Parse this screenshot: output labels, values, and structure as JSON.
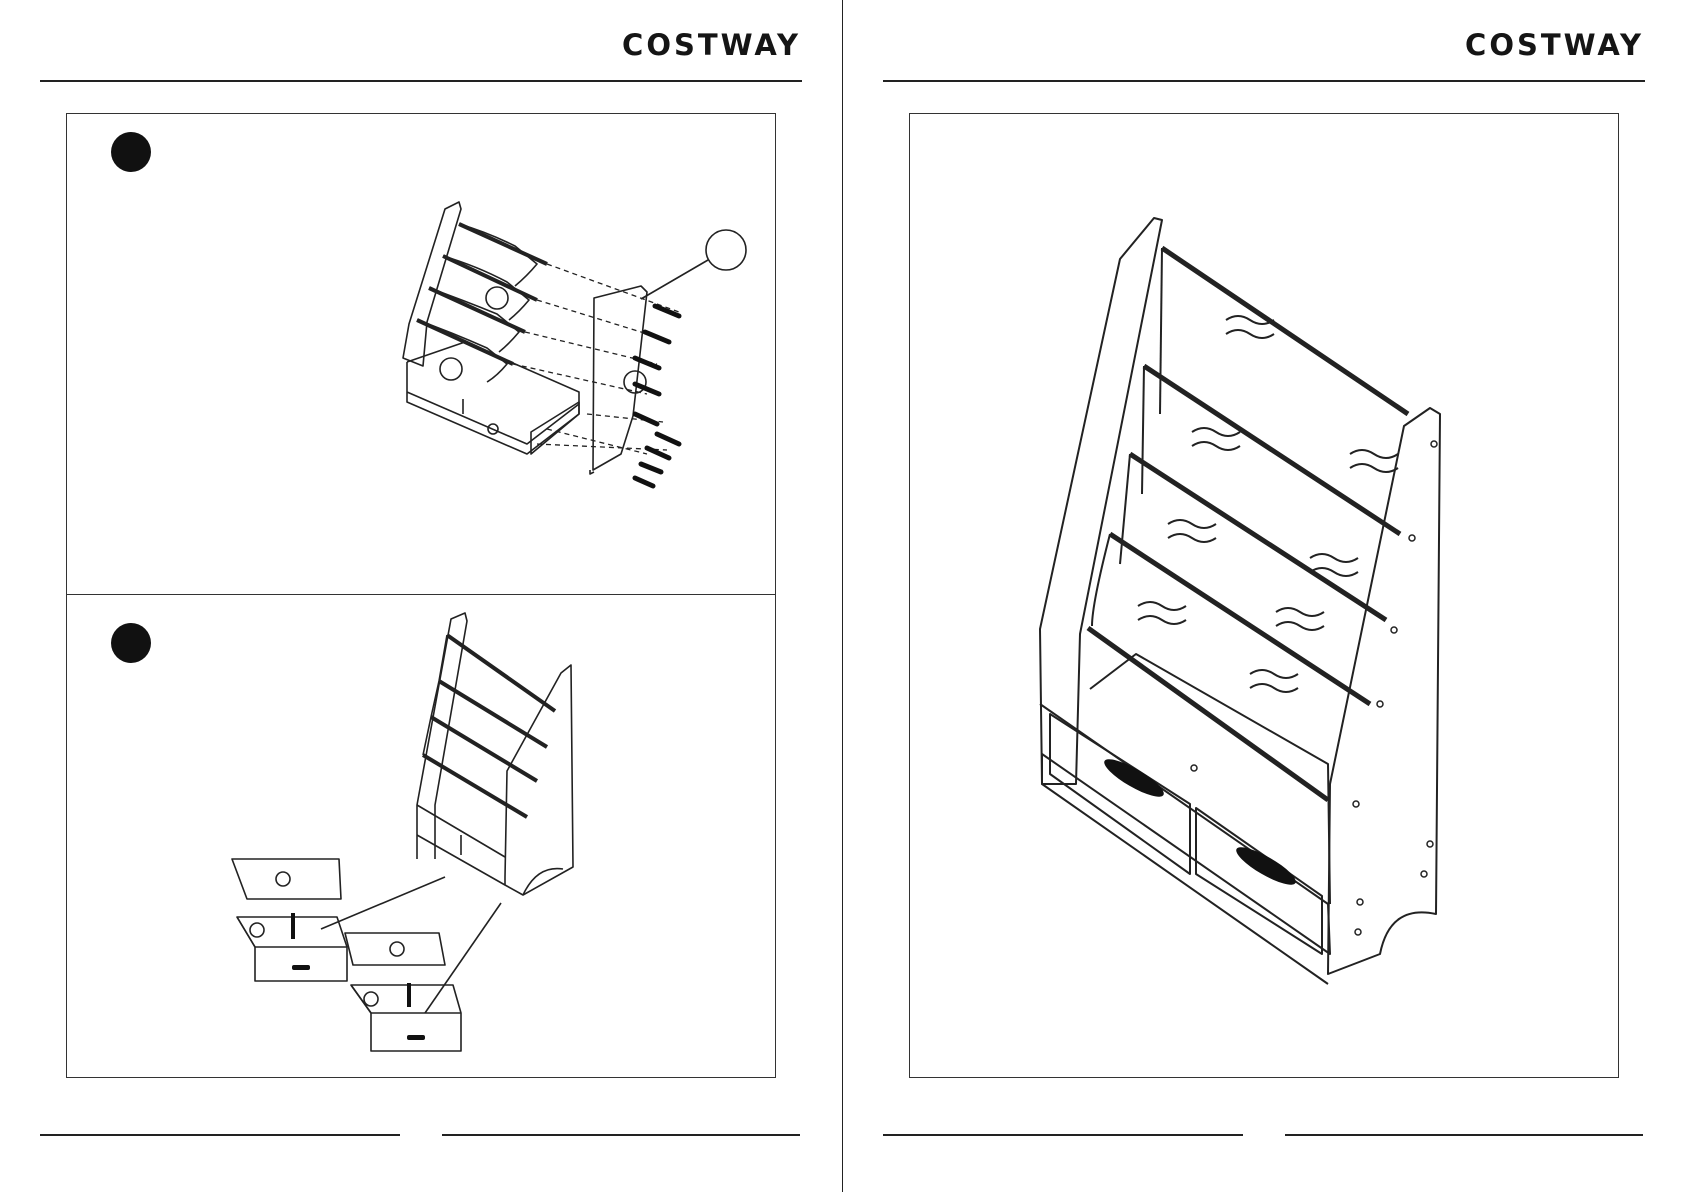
{
  "pages": [
    {
      "brand": "COSTWAY",
      "steps": [
        {
          "number": ""
        },
        {
          "number": ""
        }
      ]
    },
    {
      "brand": "COSTWAY"
    }
  ],
  "illustrations": {
    "step_a": "shelf-assembly-with-screws-diagram",
    "step_b": "drawer-insertion-diagram",
    "final": "assembled-bookshelf-with-drawers"
  }
}
